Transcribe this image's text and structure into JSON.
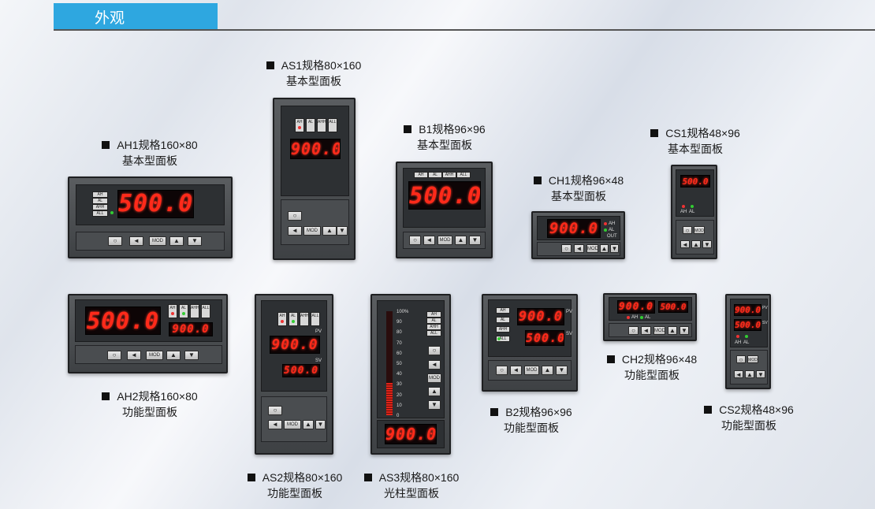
{
  "header": {
    "title": "外观"
  },
  "models": {
    "ah1": {
      "label": "AH1规格160×80",
      "sub": "基本型面板",
      "display": "500.0",
      "leds": [
        "AH",
        "AL",
        "AHH",
        "ALL"
      ],
      "keys": [
        "○",
        "◄",
        "MOD",
        "▲",
        "▼"
      ]
    },
    "as1": {
      "label": "AS1规格80×160",
      "sub": "基本型面板",
      "display": "900.0",
      "leds": [
        "AH",
        "AL",
        "AHH",
        "ALL"
      ],
      "keys": [
        "○",
        "◄",
        "MOD",
        "▲",
        "▼"
      ]
    },
    "b1": {
      "label": "B1规格96×96",
      "sub": "基本型面板",
      "display": "500.0",
      "leds": [
        "AH",
        "AL",
        "AHH",
        "ALL"
      ],
      "keys": [
        "○",
        "◄",
        "MOD",
        "▲",
        "▼"
      ]
    },
    "ch1": {
      "label": "CH1规格96×48",
      "sub": "基本型面板",
      "display": "900.0",
      "leds": [
        "AH",
        "AL",
        "OUT"
      ],
      "keys": [
        "○",
        "◄",
        "MOD",
        "▲",
        "▼"
      ]
    },
    "cs1": {
      "label": "CS1规格48×96",
      "sub": "基本型面板",
      "display": "500.0",
      "leds": [
        "AH",
        "AL"
      ],
      "keys": [
        "○",
        "MOD",
        "◄",
        "▲",
        "▼"
      ]
    },
    "ah2": {
      "label": "AH2规格160×80",
      "sub": "功能型面板",
      "pv": "500.0",
      "sv": "900.0",
      "leds": [
        "AH",
        "AL",
        "AHH",
        "ALL"
      ],
      "keys": [
        "○",
        "◄",
        "MOD",
        "▲",
        "▼"
      ]
    },
    "as2": {
      "label": "AS2规格80×160",
      "sub": "功能型面板",
      "pv": "900.0",
      "sv": "500.0",
      "pv_tag": "PV",
      "sv_tag": "SV",
      "leds": [
        "AH",
        "AL",
        "AHH",
        "ALL"
      ],
      "keys": [
        "○",
        "◄",
        "MOD",
        "▲",
        "▼"
      ]
    },
    "as3": {
      "label": "AS3规格80×160",
      "sub": "光柱型面板",
      "display": "900.0",
      "bargraph_fill_percent": 31,
      "scale": [
        "100%",
        "90",
        "80",
        "70",
        "60",
        "50",
        "40",
        "30",
        "20",
        "10",
        "0"
      ],
      "leds": [
        "AH",
        "AL",
        "AHH",
        "ALL"
      ],
      "keys": [
        "○",
        "◄",
        "MOD",
        "▲",
        "▼"
      ]
    },
    "b2": {
      "label": "B2规格96×96",
      "sub": "功能型面板",
      "pv": "900.0",
      "sv": "500.0",
      "pv_tag": "PV",
      "sv_tag": "SV",
      "leds": [
        "AH",
        "AL",
        "AHH",
        "ALL"
      ],
      "keys": [
        "○",
        "◄",
        "MOD",
        "▲",
        "▼"
      ]
    },
    "ch2": {
      "label": "CH2规格96×48",
      "sub": "功能型面板",
      "pv": "900.0",
      "sv": "500.0",
      "leds": [
        "AH",
        "AL"
      ],
      "keys": [
        "○",
        "◄",
        "MOD",
        "▲",
        "▼"
      ]
    },
    "cs2": {
      "label": "CS2规格48×96",
      "sub": "功能型面板",
      "pv": "900.0",
      "sv": "500.0",
      "pv_tag": "PV",
      "sv_tag": "SV",
      "leds": [
        "AH",
        "AL"
      ],
      "keys": [
        "○",
        "MOD",
        "◄",
        "▲",
        "▼"
      ]
    }
  },
  "colors": {
    "accent": "#2ea7e0",
    "segment_red": "#ff2a1a",
    "panel": "#2d3033"
  }
}
